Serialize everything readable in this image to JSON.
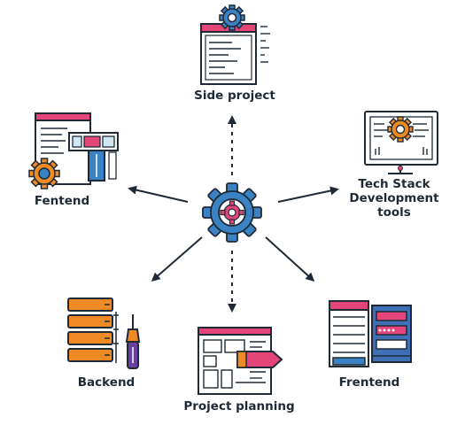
{
  "diagram": {
    "center_icon": "gear-icon",
    "nodes": {
      "side_project": {
        "label": "Side project",
        "icon": "code-window-gear-icon"
      },
      "fentend": {
        "label": "Fentend",
        "icon": "browser-wireframe-gear-icon"
      },
      "tech_stack": {
        "label_line1": "Tech Stack",
        "label_line2": "Development",
        "label_line3": "tools",
        "icon": "monitor-gear-icon"
      },
      "backend": {
        "label": "Backend",
        "icon": "server-stack-tools-icon"
      },
      "project_planning": {
        "label": "Project planning",
        "icon": "wireframe-pen-icon"
      },
      "frontend": {
        "label": "Frentend",
        "icon": "server-racks-icon"
      }
    },
    "colors": {
      "outline": "#1f2a36",
      "blue": "#3b82c4",
      "light_blue": "#cfe6f7",
      "orange": "#f08a24",
      "pink": "#e6457a",
      "purple": "#6b3fa0",
      "rack_blue": "#3f6fb5"
    }
  }
}
